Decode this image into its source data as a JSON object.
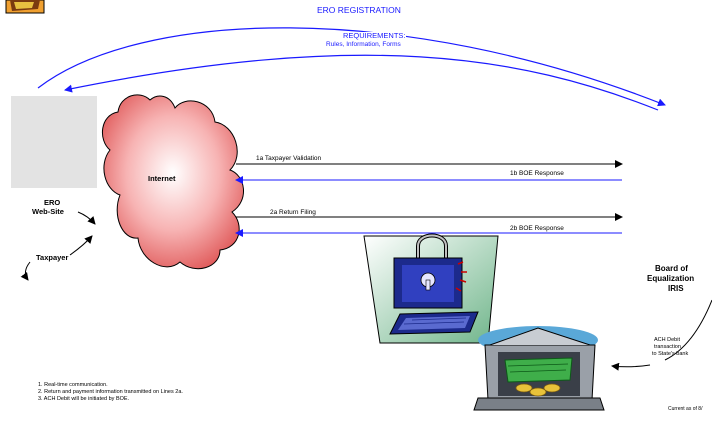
{
  "top": {
    "registration": "ERO REGISTRATION",
    "requirements_title": "REQUIREMENTS:",
    "requirements_sub": "Rules, Information, Forms"
  },
  "nodes": {
    "ero_website": {
      "line1": "ERO",
      "line2": "Web-Site"
    },
    "internet": "Internet",
    "taxpayer": "Taxpayer",
    "boe": {
      "line1": "Board of",
      "line2": "Equalization",
      "line3": "IRIS"
    }
  },
  "flows": {
    "f1a": "1a Taxpayer Validation",
    "f1b": "1b BOE Response",
    "f2a": "2a Return Filing",
    "f2b": "2b BOE Response"
  },
  "ach": {
    "line1": "ACH Debit",
    "line2": "transaction",
    "line3": "to State's bank"
  },
  "notes": [
    "1.  Real-time communication.",
    "2.  Return and payment information transmitted on Lines 2a.",
    "3.  ACH Debit will be initiated by BOE."
  ],
  "footer": "Current as of 8/"
}
